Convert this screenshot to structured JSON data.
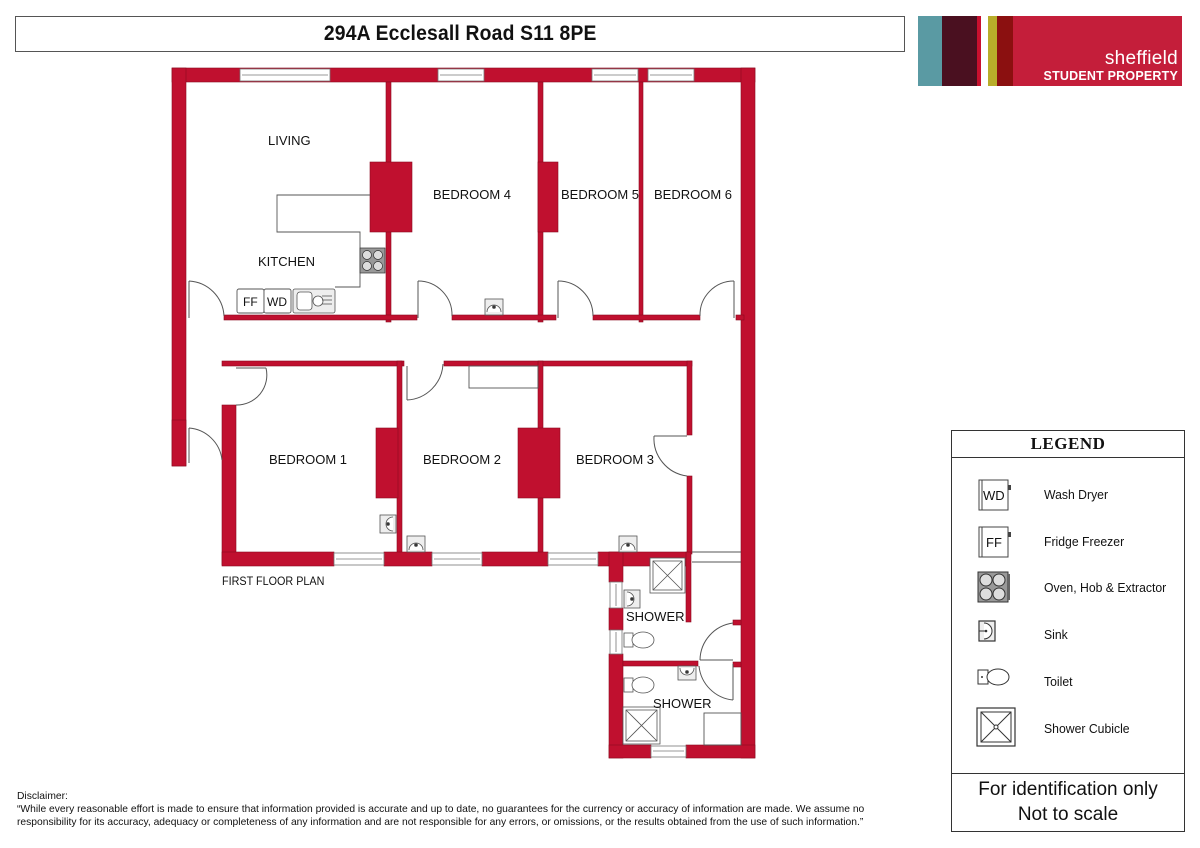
{
  "header": {
    "title": "294A Ecclesall Road S11 8PE"
  },
  "logo": {
    "word": "sheffield",
    "subtitle": "STUDENT PROPERTY",
    "stripes": [
      "#5a9aa3",
      "#4a1020",
      "#c8102e",
      "#ffffff",
      "#b8ad2a",
      "#8b1010"
    ],
    "main_color": "#c41e3a"
  },
  "colors": {
    "wall": "#c0102f",
    "wall_edge": "#8a0a20",
    "fixture_line": "#555555"
  },
  "plan": {
    "caption": "FIRST FLOOR PLAN",
    "rooms": [
      {
        "id": "living",
        "label": "LIVING"
      },
      {
        "id": "kitchen",
        "label": "KITCHEN"
      },
      {
        "id": "bedroom4",
        "label": "BEDROOM 4"
      },
      {
        "id": "bedroom5",
        "label": "BEDROOM 5"
      },
      {
        "id": "bedroom6",
        "label": "BEDROOM 6"
      },
      {
        "id": "bedroom1",
        "label": "BEDROOM 1"
      },
      {
        "id": "bedroom2",
        "label": "BEDROOM 2"
      },
      {
        "id": "bedroom3",
        "label": "BEDROOM 3"
      },
      {
        "id": "shower1",
        "label": "SHOWER"
      },
      {
        "id": "shower2",
        "label": "SHOWER"
      }
    ],
    "appliances": {
      "ff": "FF",
      "wd": "WD"
    }
  },
  "legend": {
    "title": "LEGEND",
    "items": [
      {
        "icon": "wash-dryer-icon",
        "code": "WD",
        "label": "Wash Dryer"
      },
      {
        "icon": "fridge-freezer-icon",
        "code": "FF",
        "label": "Fridge Freezer"
      },
      {
        "icon": "oven-hob-icon",
        "code": "",
        "label": "Oven, Hob & Extractor"
      },
      {
        "icon": "sink-icon",
        "code": "",
        "label": "Sink"
      },
      {
        "icon": "toilet-icon",
        "code": "",
        "label": "Toilet"
      },
      {
        "icon": "shower-cubicle-icon",
        "code": "",
        "label": "Shower Cubicle"
      }
    ],
    "footer_line1": "For identification only",
    "footer_line2": "Not to scale"
  },
  "disclaimer": {
    "title": "Disclaimer:",
    "text": "“While every reasonable effort is made to ensure that information provided is accurate and up to date, no guarantees for the currency or accuracy of information are made. We assume no responsibility for its accuracy, adequacy or completeness of any information and are not responsible for any errors, or omissions, or the results obtained from the use of such information.”"
  }
}
